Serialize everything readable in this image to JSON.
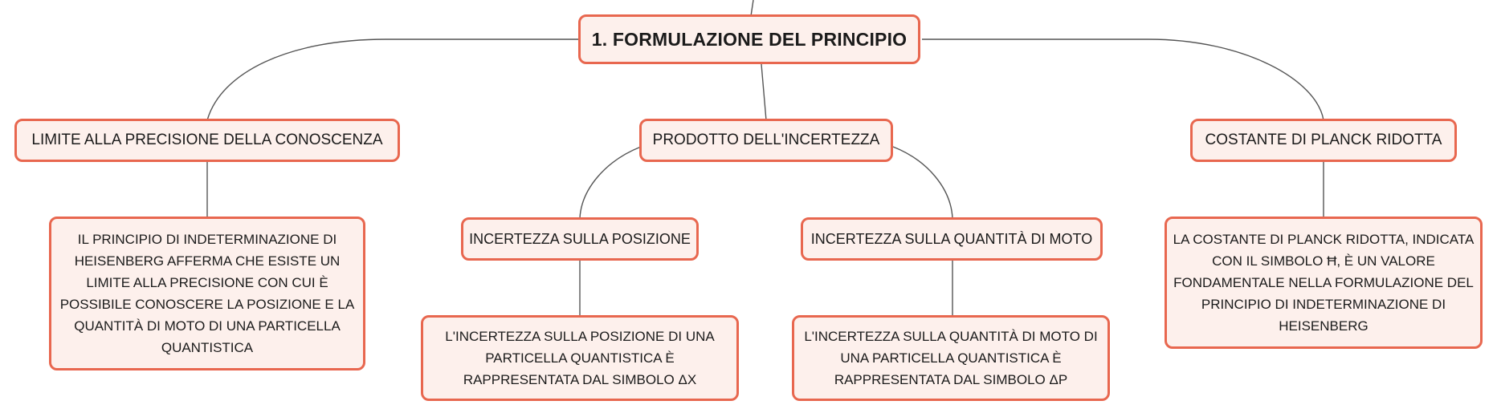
{
  "colors": {
    "node_fill": "#fdf0ec",
    "node_border": "#e8674f",
    "connector": "#555555",
    "text": "#1b1b1b"
  },
  "root": {
    "label": "1. FORMULAZIONE DEL PRINCIPIO"
  },
  "branches": [
    {
      "label": "LIMITE ALLA PRECISIONE DELLA CONOSCENZA",
      "description": "IL PRINCIPIO DI INDETERMINAZIONE DI HEISENBERG AFFERMA CHE ESISTE UN LIMITE ALLA PRECISIONE CON CUI È POSSIBILE CONOSCERE LA POSIZIONE E LA QUANTITÀ DI MOTO DI UNA PARTICELLA QUANTISTICA"
    },
    {
      "label": "PRODOTTO DELL'INCERTEZZA",
      "children": [
        {
          "label": "INCERTEZZA SULLA POSIZIONE",
          "description": "L'INCERTEZZA SULLA POSIZIONE DI UNA PARTICELLA QUANTISTICA È RAPPRESENTATA DAL SIMBOLO ΔX"
        },
        {
          "label": "INCERTEZZA SULLA QUANTITÀ DI MOTO",
          "description": "L'INCERTEZZA SULLA QUANTITÀ DI MOTO DI UNA PARTICELLA QUANTISTICA È RAPPRESENTATA DAL SIMBOLO ΔP"
        }
      ]
    },
    {
      "label": "COSTANTE DI PLANCK RIDOTTA",
      "description": "LA COSTANTE DI PLANCK RIDOTTA, INDICATA CON IL SIMBOLO Ħ, È UN VALORE FONDAMENTALE NELLA FORMULAZIONE DEL PRINCIPIO DI INDETERMINAZIONE DI HEISENBERG"
    }
  ]
}
